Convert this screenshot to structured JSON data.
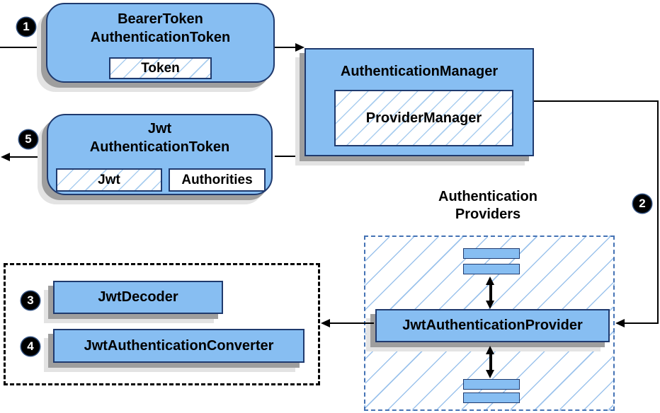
{
  "colors": {
    "node_fill": "#87BEF2",
    "node_border": "#1F3A6E",
    "hatch_line": "#A9CDEF",
    "shadow_dark": "#9E9E9E",
    "shadow_light": "#E3E3E3",
    "providers_group_border": "#4472B4",
    "flow_group_border": "#000000",
    "arrow": "#000000",
    "badge_background": "#000000",
    "badge_text": "#FFFFFF"
  },
  "steps": {
    "one": "1",
    "two": "2",
    "three": "3",
    "four": "4",
    "five": "5"
  },
  "nodes": {
    "bearer_token": {
      "title_line1": "BearerToken",
      "title_line2": "AuthenticationToken",
      "chip_token": "Token"
    },
    "authentication_manager": {
      "title": "AuthenticationManager",
      "chip_provider_manager": "ProviderManager"
    },
    "jwt_authentication_token": {
      "title_line1": "Jwt",
      "title_line2": "AuthenticationToken",
      "chip_jwt": "Jwt",
      "chip_authorities": "Authorities"
    },
    "jwt_authentication_provider": {
      "title": "JwtAuthenticationProvider"
    },
    "jwt_decoder": {
      "title": "JwtDecoder"
    },
    "jwt_authentication_converter": {
      "title": "JwtAuthenticationConverter"
    }
  },
  "labels": {
    "providers_group_line1": "Authentication",
    "providers_group_line2": "Providers"
  }
}
